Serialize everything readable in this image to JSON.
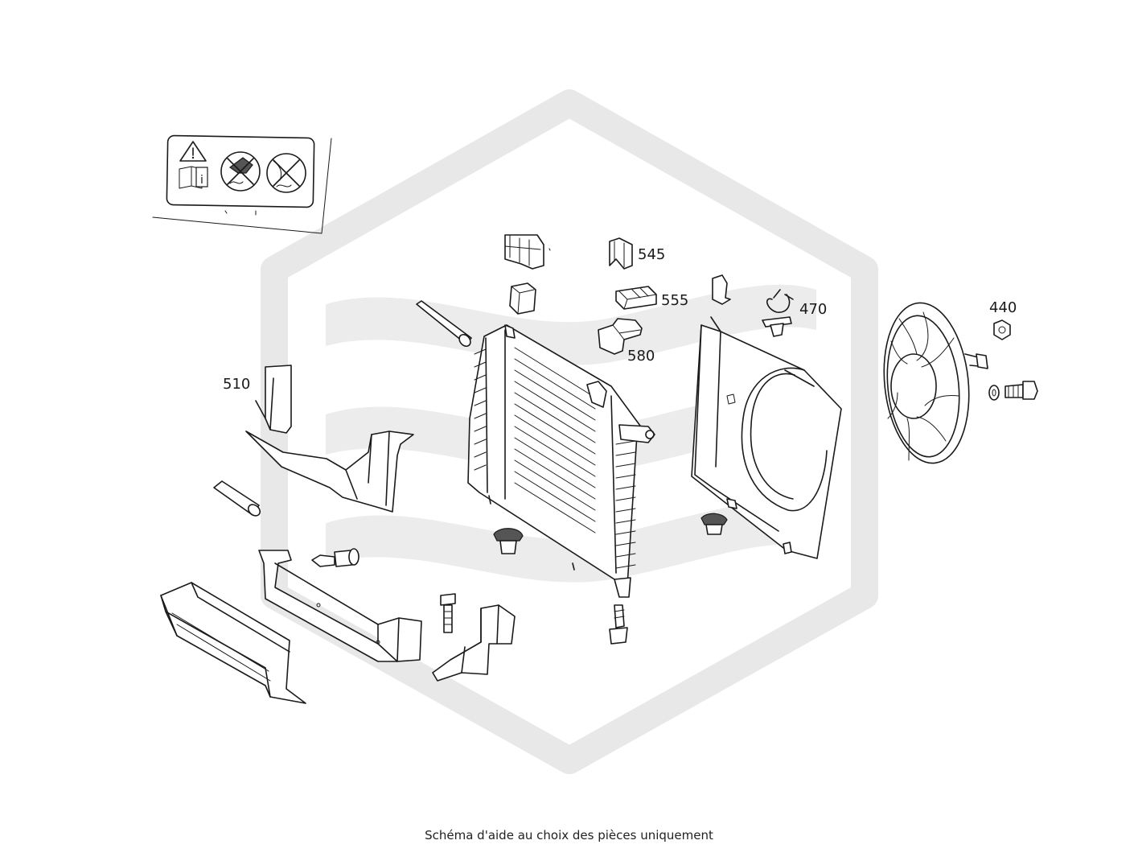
{
  "diagram": {
    "callouts": {
      "c545": "545",
      "c555": "555",
      "c580": "580",
      "c470": "470",
      "c440": "440",
      "c510": "510"
    },
    "icons": [
      "warning-label-icon",
      "manual-info-icon",
      "no-hand-hot-icon",
      "no-pressure-icon"
    ]
  },
  "caption": "Schéma d'aide au choix des pièces uniquement"
}
